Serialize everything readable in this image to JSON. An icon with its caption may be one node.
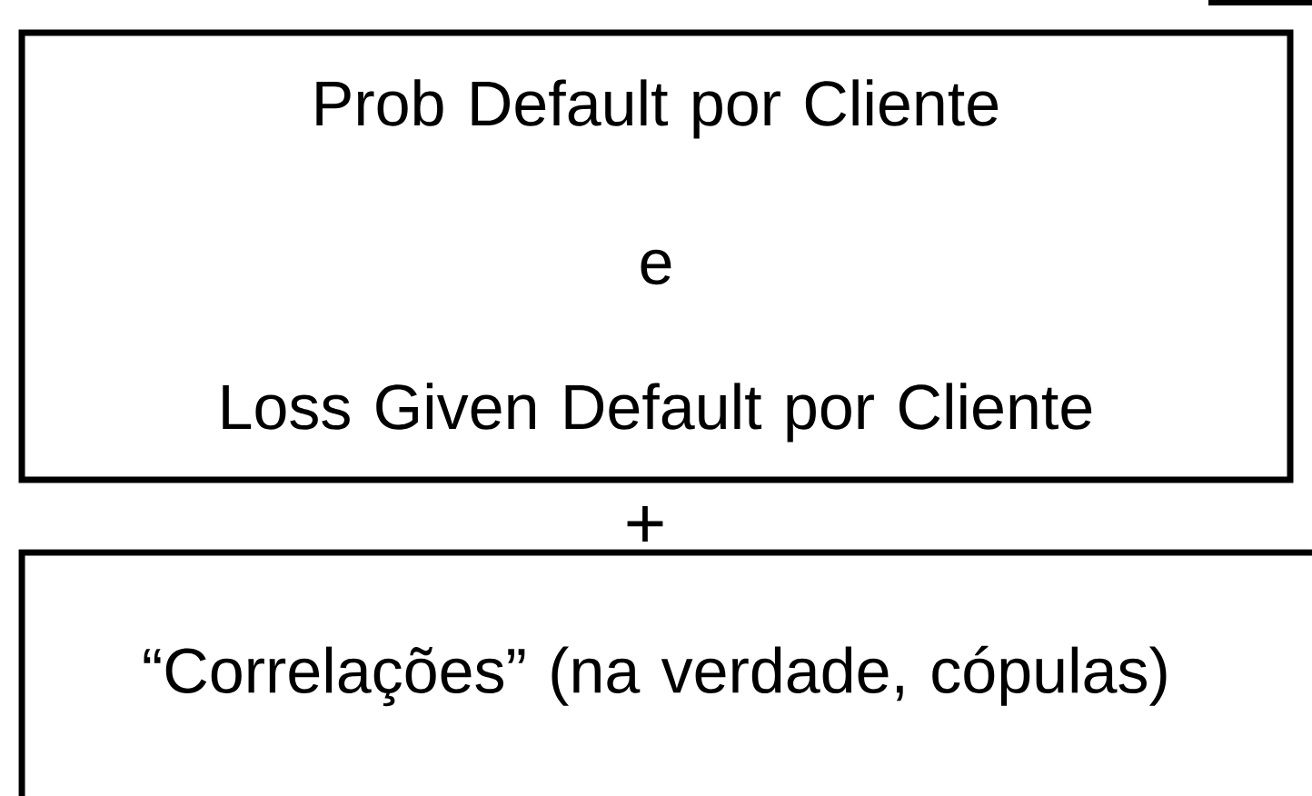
{
  "diagram": {
    "nodes": [
      {
        "text": [
          "Prob Default por Cliente",
          "e",
          "Loss Given Default por Cliente"
        ]
      },
      {
        "text": [
          "“Correlações” (na verdade, cópulas)"
        ]
      }
    ],
    "labels": [
      "+"
    ]
  }
}
